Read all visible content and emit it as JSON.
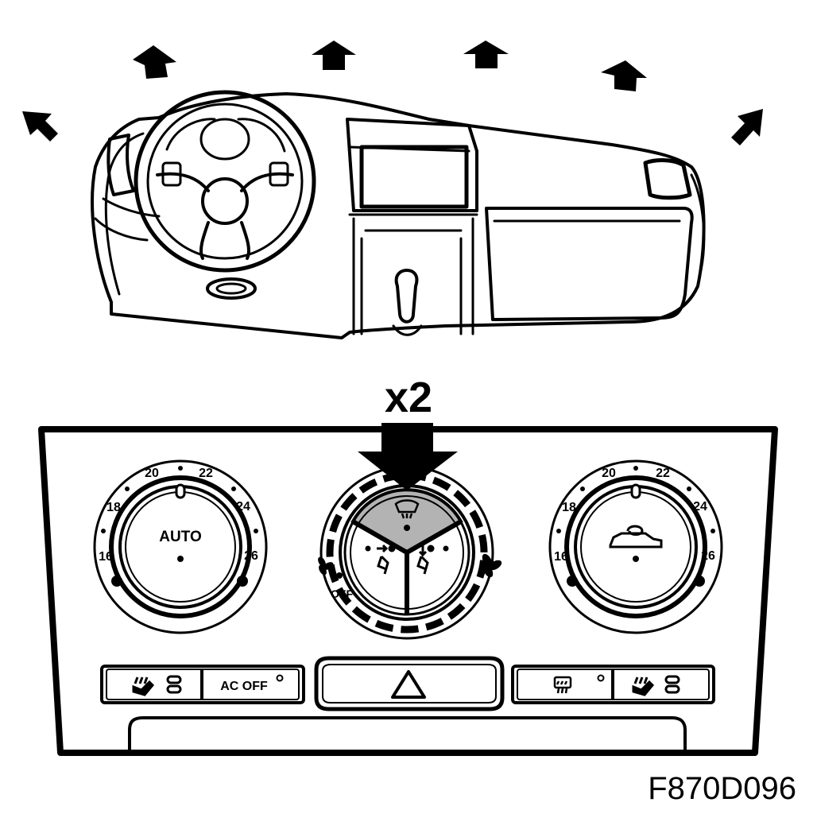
{
  "press_count": "x2",
  "figure_code": "F870D096",
  "left_knob": {
    "scale": {
      "t16": "16",
      "t18": "18",
      "t20": "20",
      "t22": "22",
      "t24": "24",
      "t26": "26"
    },
    "center_label": "AUTO"
  },
  "right_knob": {
    "scale": {
      "t16": "16",
      "t18": "18",
      "t20": "20",
      "t22": "22",
      "t24": "24",
      "t26": "26"
    },
    "center_icon": "recirculation-car-icon"
  },
  "center_knob": {
    "fan_off_label": "OFF",
    "segments": [
      "windshield-defrost-icon",
      "face-vent-icon",
      "foot-vent-icon"
    ],
    "highlight_color": "#b3b3b3"
  },
  "buttons": {
    "ac_off": "AC OFF",
    "left_seat_heat": "seat-heater-icon",
    "hazard": "hazard-triangle-icon",
    "rear_defrost": "rear-defrost-icon",
    "right_seat_heat": "seat-heater-icon"
  },
  "arrows_count": 6
}
